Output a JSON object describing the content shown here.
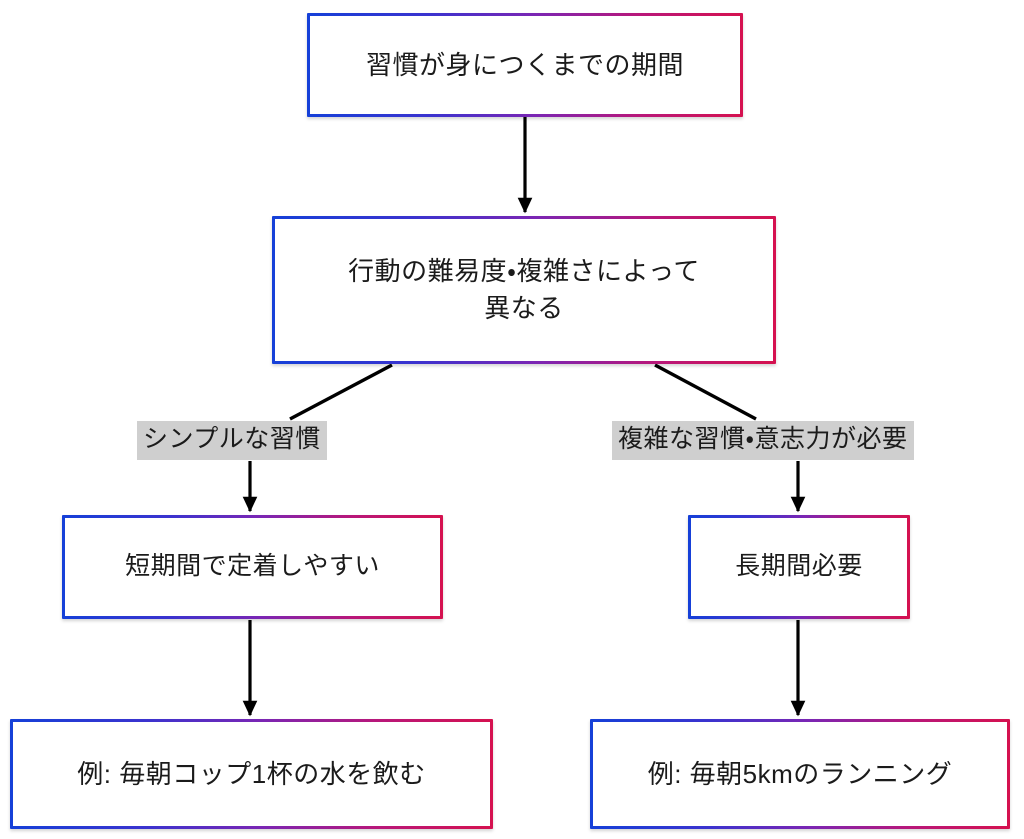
{
  "diagram": {
    "title": "習慣が身につくまでの期間",
    "type": "flowchart",
    "direction": "top-down",
    "background_color": "#ffffff",
    "node_border_gradient": {
      "from": "#1540d8",
      "to": "#d5114f",
      "direction": "left-to-right"
    },
    "edge_color": "#000000",
    "edge_label_background": "#cfcfcf",
    "text_color": "#1b1b1b"
  },
  "nodes": [
    {
      "id": "root",
      "label": "習慣が身につくまでの期間",
      "level": 0
    },
    {
      "id": "vary",
      "label": "行動の難易度・複雑さによって\n異なる",
      "level": 1
    },
    {
      "id": "short",
      "label": "短期間で定着しやすい",
      "level": 2,
      "branch": "left"
    },
    {
      "id": "long",
      "label": "長期間必要",
      "level": 2,
      "branch": "right"
    },
    {
      "id": "ex-simple",
      "label": "例: 毎朝コップ1杯の水を飲む",
      "level": 3,
      "branch": "left"
    },
    {
      "id": "ex-complex",
      "label": "例: 毎朝5kmのランニング",
      "level": 3,
      "branch": "right"
    }
  ],
  "edges": [
    {
      "id": "root-vary",
      "from": "root",
      "to": "vary",
      "label": ""
    },
    {
      "id": "vary-simple",
      "from": "vary",
      "to": "short",
      "label": "シンプルな習慣"
    },
    {
      "id": "vary-complex",
      "from": "vary",
      "to": "long",
      "label": "複雑な習慣・意志力が必要"
    },
    {
      "id": "short-ex-simple",
      "from": "short",
      "to": "ex-simple",
      "label": ""
    },
    {
      "id": "long-ex-complex",
      "from": "long",
      "to": "ex-complex",
      "label": ""
    }
  ],
  "edge_labels": {
    "simple": "シンプルな習慣",
    "complex": "複雑な習慣・意志力が必要"
  }
}
